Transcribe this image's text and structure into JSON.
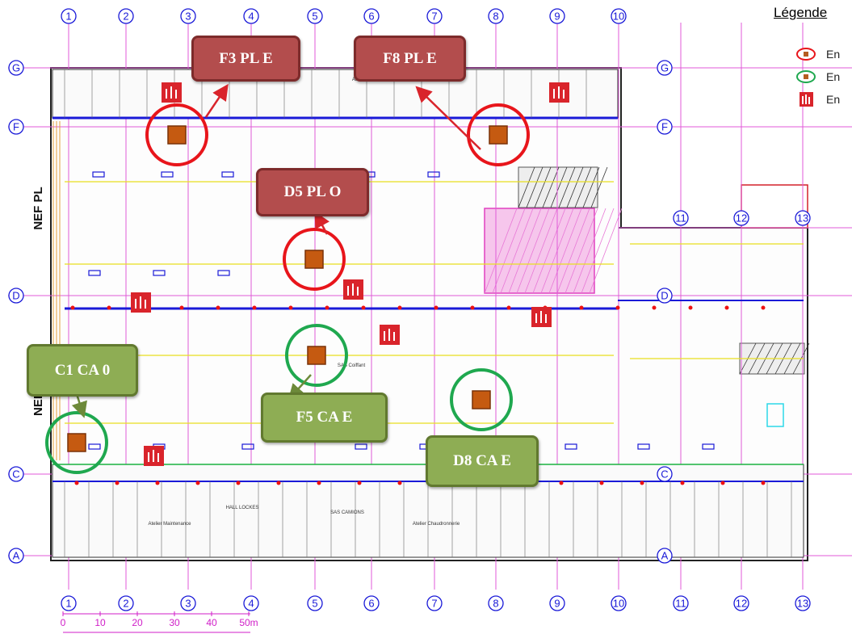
{
  "legend": {
    "title": "Légende",
    "items": [
      {
        "label": "En",
        "symbol": "red-ring-marker",
        "color": "#e8151b"
      },
      {
        "label": "En",
        "symbol": "green-ring-marker",
        "color": "#1fa84f"
      },
      {
        "label": "En",
        "symbol": "fire-extinguisher-icon",
        "color": "#d9242b"
      }
    ]
  },
  "grid": {
    "columns": [
      "1",
      "2",
      "3",
      "4",
      "5",
      "6",
      "7",
      "8",
      "9",
      "10",
      "11",
      "12",
      "13"
    ],
    "rows": [
      "G",
      "F",
      "D",
      "C",
      "A"
    ]
  },
  "naves": [
    {
      "label": "NEF PL"
    },
    {
      "label": "NEF"
    }
  ],
  "scale": {
    "ticks": [
      "0",
      "10",
      "20",
      "30",
      "40",
      "50m"
    ]
  },
  "points": [
    {
      "label": "F3 PL E",
      "kind": "PL",
      "color": "#e8151b"
    },
    {
      "label": "F8 PL E",
      "kind": "PL",
      "color": "#e8151b"
    },
    {
      "label": "D5 PL O",
      "kind": "PL",
      "color": "#e8151b"
    },
    {
      "label": "C1 CA 0",
      "kind": "CA",
      "color": "#1fa84f"
    },
    {
      "label": "F5 CA E",
      "kind": "CA",
      "color": "#1fa84f"
    },
    {
      "label": "D8 CA E",
      "kind": "CA",
      "color": "#1fa84f"
    }
  ],
  "rooms": [
    "Atelier Chaudronnerie",
    "HALL LOCKES",
    "SAS CAMIONS",
    "Atelier Chaudronnerie",
    "Atelier Maintenance",
    "SAS Coiffant"
  ]
}
